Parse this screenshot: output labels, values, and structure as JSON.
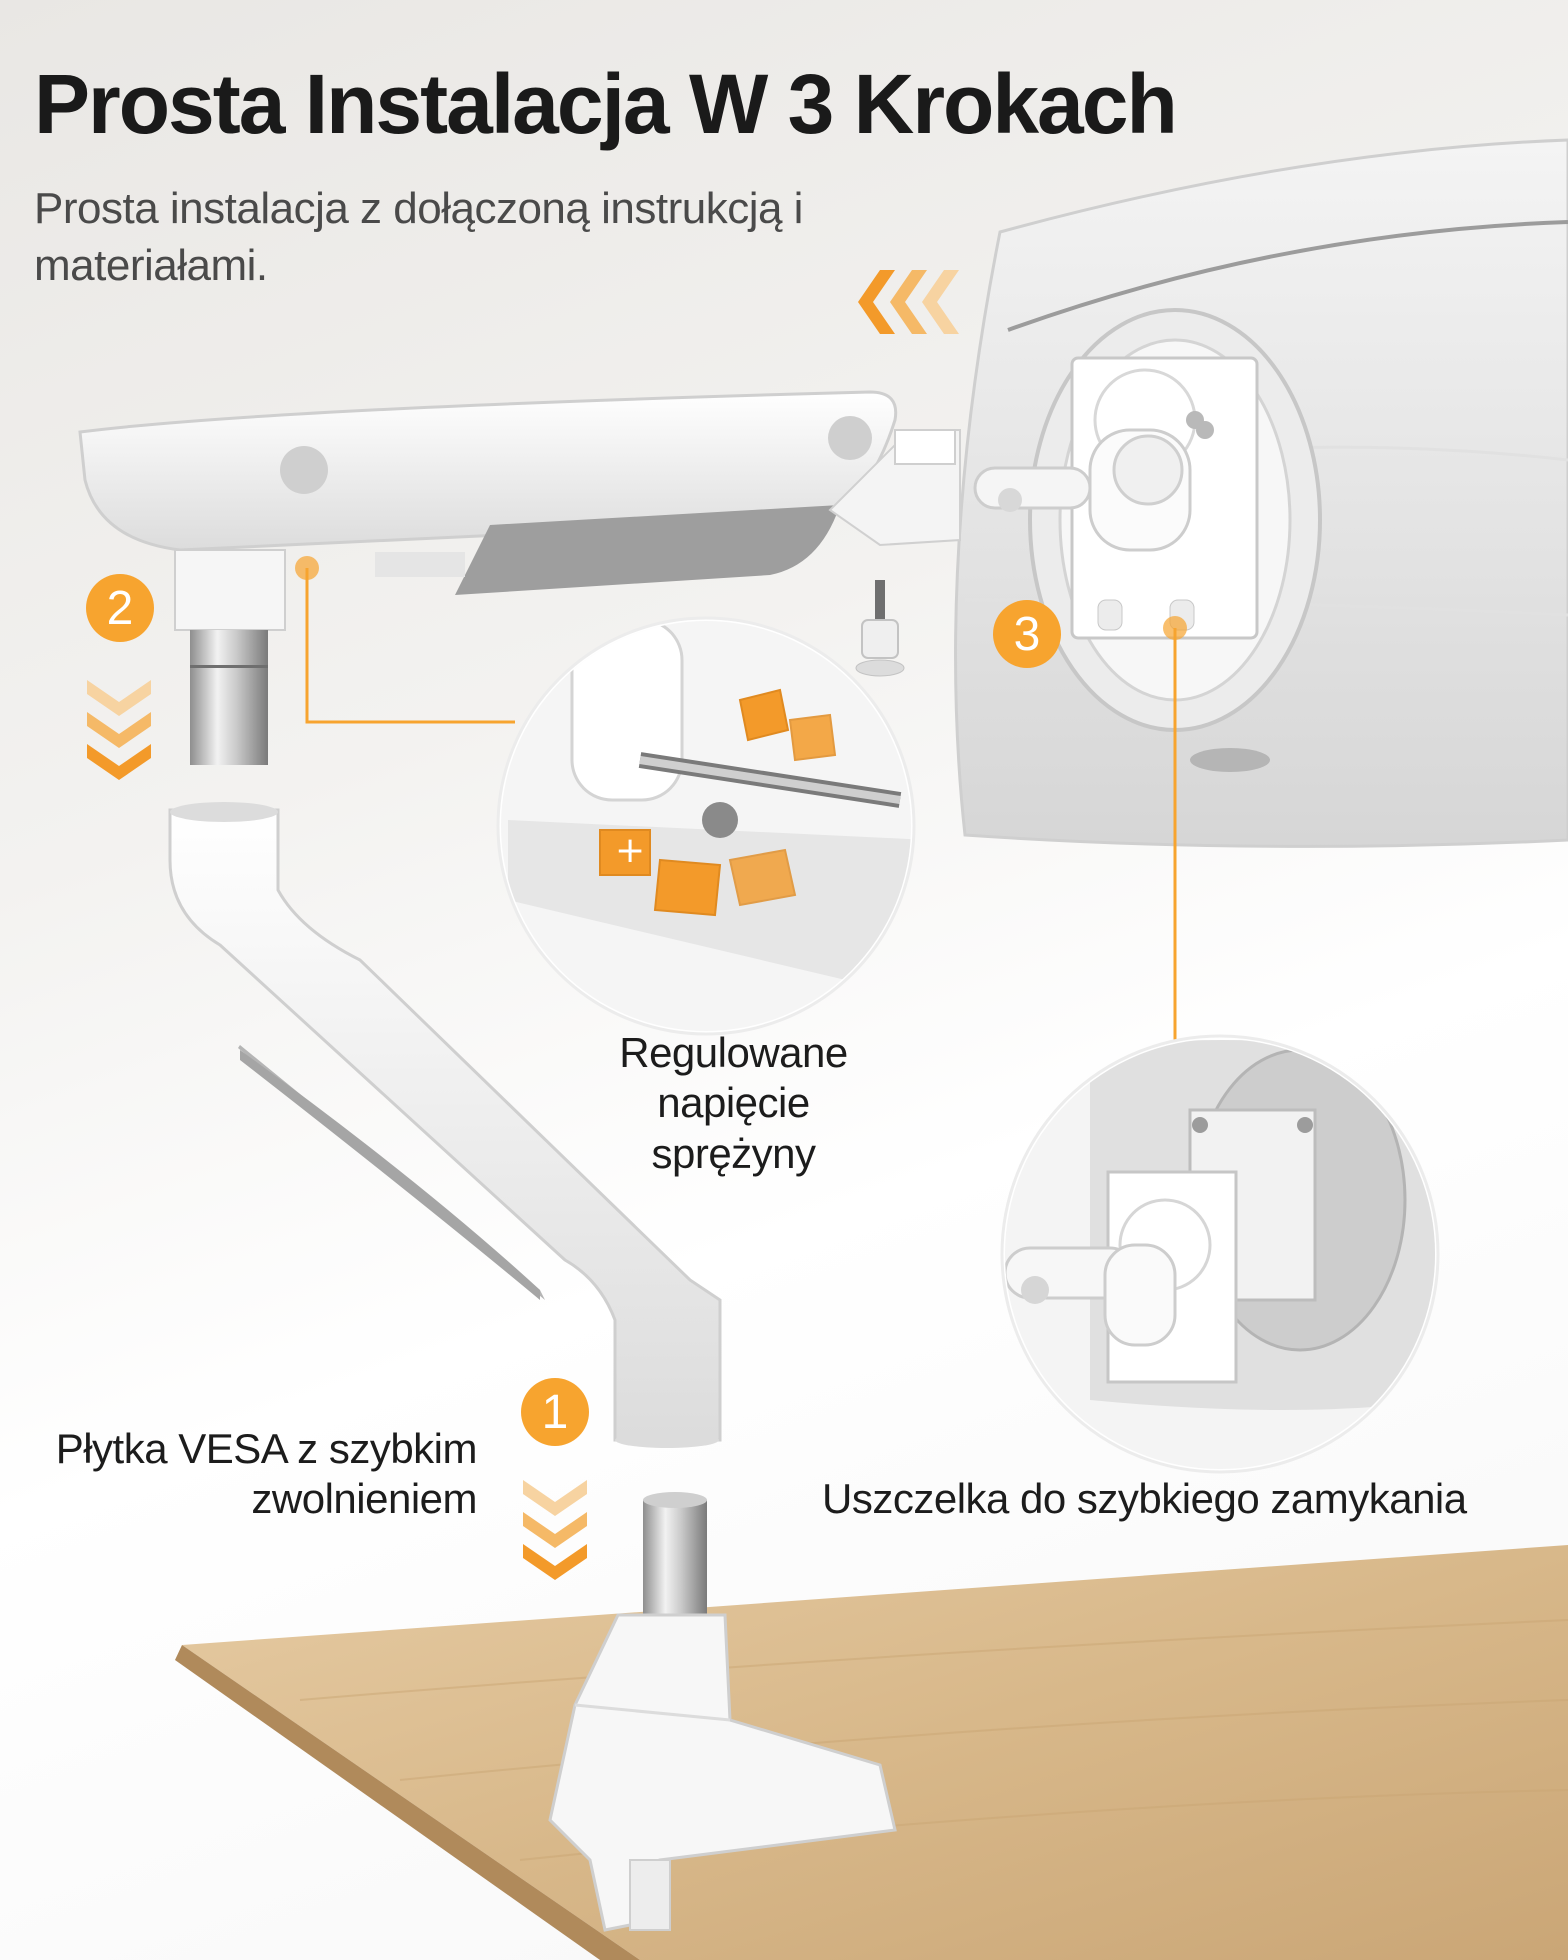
{
  "header": {
    "title": "Prosta Instalacja W 3 Krokach",
    "subtitle": "Prosta instalacja z dołączoną instrukcją i materiałami."
  },
  "steps": [
    {
      "number": "1",
      "label": "Płytka VESA z szybkim zwolnieniem"
    },
    {
      "number": "2"
    },
    {
      "number": "3"
    }
  ],
  "callouts": {
    "spring_tension": "Regulowane napięcie sprężyny",
    "quick_lock": "Uszczelka do szybkiego zamykania"
  },
  "colors": {
    "accent": "#f7a42f",
    "arm": "#f5f5f5",
    "desk": "#d9b98c"
  }
}
